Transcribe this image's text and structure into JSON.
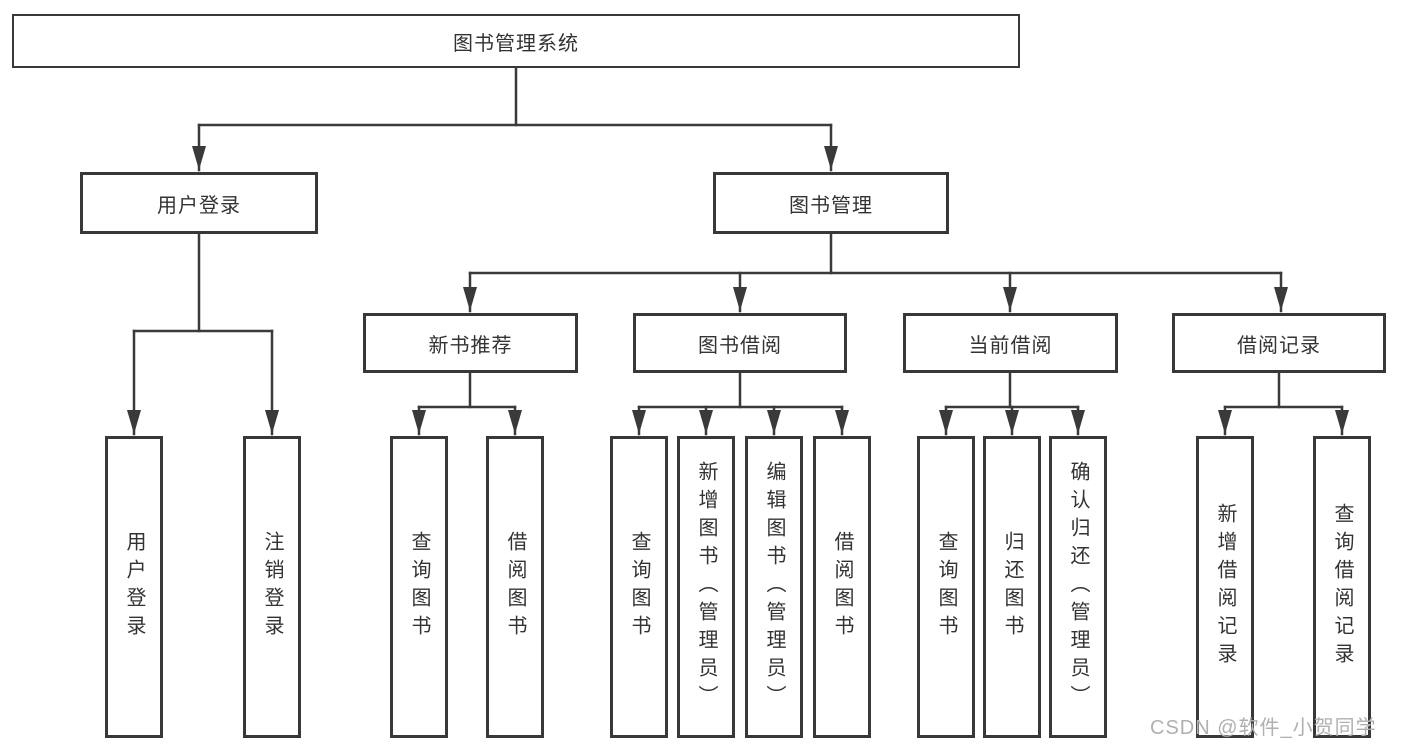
{
  "diagram_title": "图书管理系统",
  "tree": {
    "label": "图书管理系统",
    "children": [
      {
        "label": "用户登录",
        "children": [
          {
            "label": "用户登录"
          },
          {
            "label": "注销登录"
          }
        ]
      },
      {
        "label": "图书管理",
        "children": [
          {
            "label": "新书推荐",
            "children": [
              {
                "label": "查询图书"
              },
              {
                "label": "借阅图书"
              }
            ]
          },
          {
            "label": "图书借阅",
            "children": [
              {
                "label": "查询图书"
              },
              {
                "label": "新增图书（管理员）"
              },
              {
                "label": "编辑图书（管理员）"
              },
              {
                "label": "借阅图书"
              }
            ]
          },
          {
            "label": "当前借阅",
            "children": [
              {
                "label": "查询图书"
              },
              {
                "label": "归还图书"
              },
              {
                "label": "确认归还（管理员）"
              }
            ]
          },
          {
            "label": "借阅记录",
            "children": [
              {
                "label": "新增借阅记录"
              },
              {
                "label": "查询借阅记录"
              }
            ]
          }
        ]
      }
    ]
  },
  "watermark": "CSDN @软件_小贺同学",
  "colors": {
    "line": "#3a3a3a",
    "text": "#333333",
    "watermark": "#b0b0b0",
    "background": "#ffffff"
  }
}
